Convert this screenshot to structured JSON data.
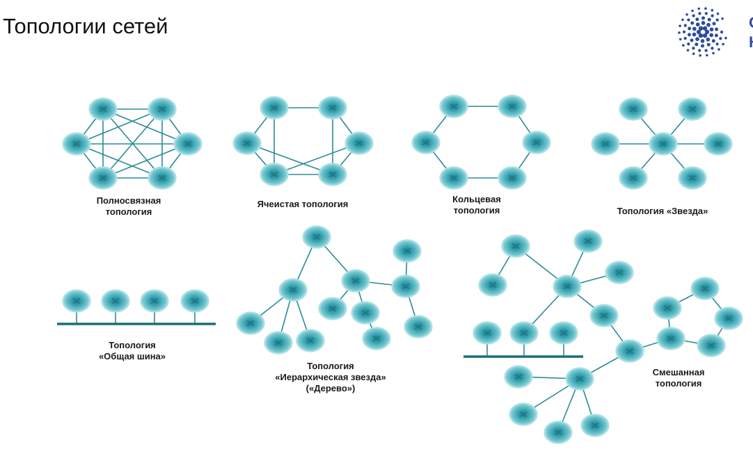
{
  "slide": {
    "title": "Топологии сетей",
    "logo_name": "dotted-circle-logo",
    "logo_letters": "С\nК"
  },
  "colors": {
    "node_fill": "#3ea9b5",
    "node_center": "#1d7886",
    "node_rim": "#a7dde2",
    "line": "#2b8b98",
    "bus": "#1c6f77",
    "logo_dot": "#2e4c9c",
    "text": "#1a1a1a"
  },
  "captions": {
    "full_mesh": [
      "Полносвязная",
      "топология"
    ],
    "mesh": [
      "Ячеистая топология"
    ],
    "ring": [
      "Кольцевая",
      "топология"
    ],
    "star": [
      "Топология «Звезда»"
    ],
    "bus": [
      "Топология",
      "«Общая шина»"
    ],
    "tree": [
      "Топология",
      "«Иерархическая звезда»",
      "(«Дерево»)"
    ],
    "mixed": [
      "Смешанная",
      "топология"
    ]
  }
}
